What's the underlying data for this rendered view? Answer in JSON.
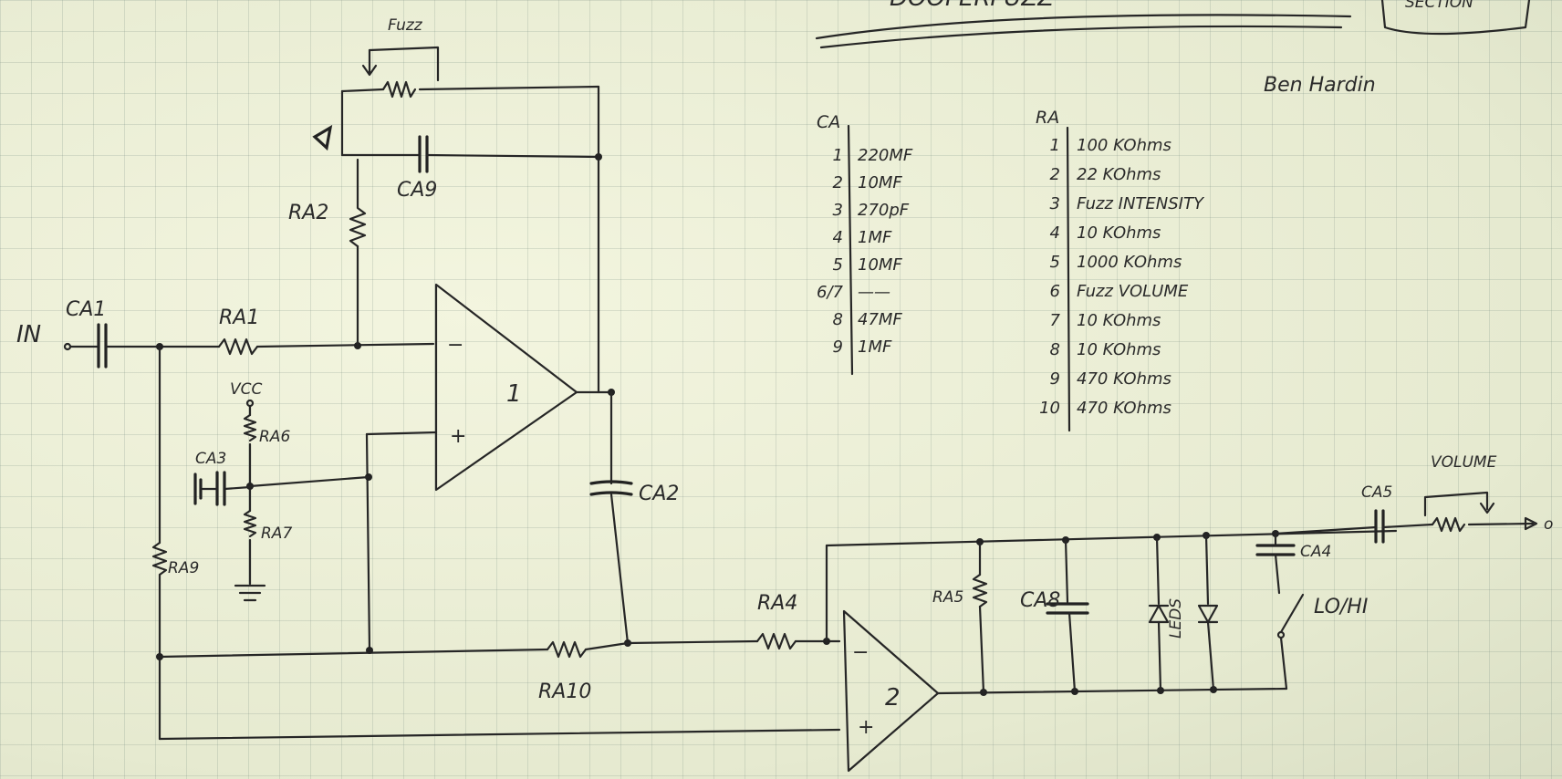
{
  "header": {
    "author": "Ben Hardin",
    "title_partial": "DOOFERFUZZ",
    "corner_partial": "SECTION"
  },
  "labels": {
    "input": "IN",
    "vcc": "VCC",
    "fuzz": "Fuzz",
    "volume": "VOLUME",
    "lo_hi": "LO/HI",
    "leds": "LEDS",
    "opamp1": "1",
    "opamp2": "2",
    "output": "o",
    "ca1": "CA1",
    "ca2": "CA2",
    "ca3": "CA3",
    "ca4": "CA4",
    "ca5": "CA5",
    "ca8": "CA8",
    "ca9": "CA9",
    "ra1": "RA1",
    "ra2": "RA2",
    "ra4": "RA4",
    "ra5": "RA5",
    "ra6": "RA6",
    "ra7": "RA7",
    "ra9": "RA9",
    "ra10": "RA10"
  },
  "capacitor_table": {
    "header": "CA",
    "rows": [
      {
        "num": "1",
        "value": "220MF"
      },
      {
        "num": "2",
        "value": "10MF"
      },
      {
        "num": "3",
        "value": "270pF"
      },
      {
        "num": "4",
        "value": "1MF"
      },
      {
        "num": "5",
        "value": "10MF"
      },
      {
        "num": "6/7",
        "value": "——"
      },
      {
        "num": "8",
        "value": "47MF"
      },
      {
        "num": "9",
        "value": "1MF"
      }
    ]
  },
  "resistor_table": {
    "header": "RA",
    "rows": [
      {
        "num": "1",
        "value": "100 KOhms"
      },
      {
        "num": "2",
        "value": "22 KOhms"
      },
      {
        "num": "3",
        "value": "Fuzz INTENSITY"
      },
      {
        "num": "4",
        "value": "10 KOhms"
      },
      {
        "num": "5",
        "value": "1000 KOhms"
      },
      {
        "num": "6",
        "value": "Fuzz VOLUME"
      },
      {
        "num": "7",
        "value": "10 KOhms"
      },
      {
        "num": "8",
        "value": "10 KOhms"
      },
      {
        "num": "9",
        "value": "470 KOhms"
      },
      {
        "num": "10",
        "value": "470 KOhms"
      }
    ]
  }
}
